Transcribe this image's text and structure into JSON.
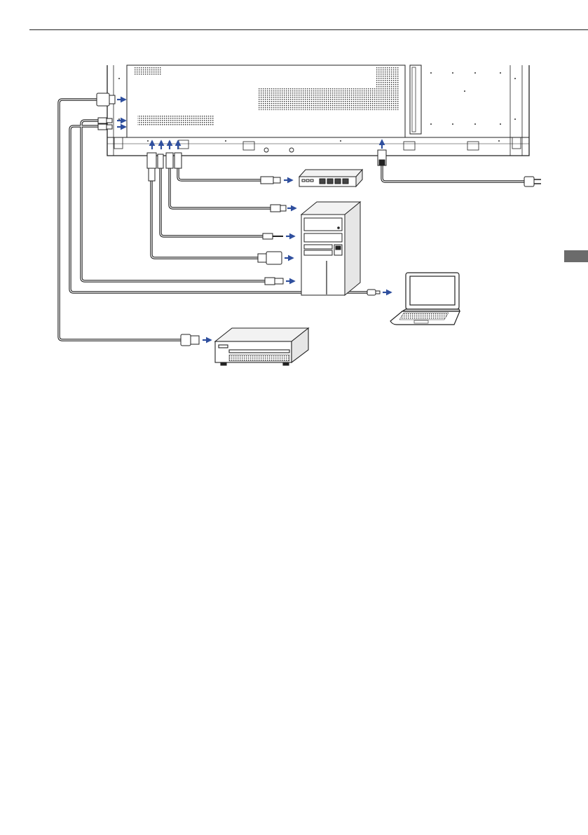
{
  "colors": {
    "arrow": "#2f4f9e",
    "line": "#222222",
    "fill_light": "#ffffff",
    "fill_gray": "#e6e6e6",
    "tab": "#6b6b6b"
  },
  "icons": [
    "display-rear-panel-icon",
    "network-hub-icon",
    "computer-tower-icon",
    "laptop-icon",
    "av-player-icon",
    "power-plug-icon"
  ],
  "connections": [
    "lan-cable",
    "usb-b-cable",
    "audio-cable",
    "vga-cable",
    "usb-a-cable",
    "usb-c-cable",
    "hdmi-cable",
    "power-cable"
  ]
}
